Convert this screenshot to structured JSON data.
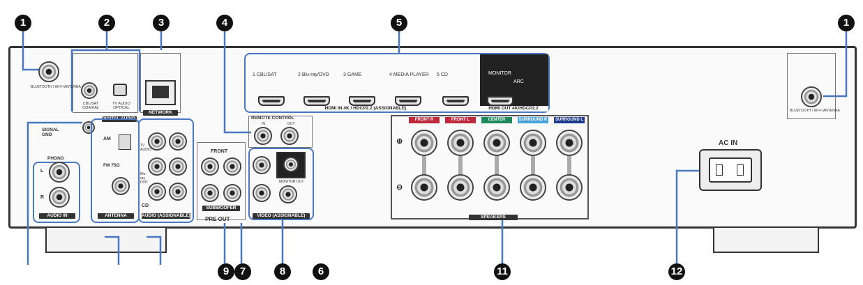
{
  "callouts": {
    "n1a": "1",
    "n2": "2",
    "n3": "3",
    "n4": "4",
    "n5": "5",
    "n1b": "1",
    "n9": "9",
    "n7": "7",
    "n8": "8",
    "n6": "6",
    "n11": "11",
    "n12": "12"
  },
  "labels": {
    "signal_gnd": "SIGNAL GND",
    "phono": "PHONO",
    "phono_l": "L",
    "phono_r": "R",
    "audio_in": "AUDIO IN",
    "cbl_coaxial": "CBL/SAT COAXIAL",
    "tv_optical": "TV AUDIO OPTICAL",
    "digital_audio": "DIGITAL AUDIO IN",
    "am": "AM",
    "fm": "FM 75Ω",
    "antenna": "ANTENNA",
    "network": "NETWORK",
    "audio_assignable": "AUDIO (ASSIGNABLE)",
    "audio_cd": "CD",
    "audio_bluray": "Blu-ray DVD",
    "audio_tv": "TV AUDIO",
    "front": "FRONT",
    "subwoofer": "SUBWOOFER",
    "pre_out": "PRE OUT",
    "remote_control": "REMOTE CONTROL",
    "remote_in": "IN",
    "remote_out": "OUT",
    "video_assignable": "VIDEO (ASSIGNABLE)",
    "monitor_out": "MONITOR OUT",
    "hdmi_in_title": "HDMI IN   4K / HDCP2.2 (ASSIGNABLE)",
    "hdmi_out_title": "HDMI OUT 4K/HDCP2.2",
    "monitor": "MONITOR",
    "arc": "ARC",
    "speakers": "SPEAKERS",
    "sp_front_r": "FRONT R",
    "sp_front_l": "FRONT L",
    "sp_center": "CENTER",
    "sp_surround_r": "SURROUND R",
    "sp_surround_l": "SURROUND L",
    "ac_in": "AC IN",
    "bt_antenna": "BLUETOOTH / WI-FI ANTENNA"
  },
  "hdmi_inputs": [
    "1 CBL/SAT",
    "2 Blu-ray/DVD",
    "3 GAME",
    "4 MEDIA PLAYER",
    "5 CD"
  ],
  "colors": {
    "callout": "#111111",
    "highlight": "#4a78c0",
    "front": "#c0283c",
    "center": "#1e8a5a",
    "surround_r": "#4aa3d8",
    "surround_l": "#1e3a8a"
  }
}
